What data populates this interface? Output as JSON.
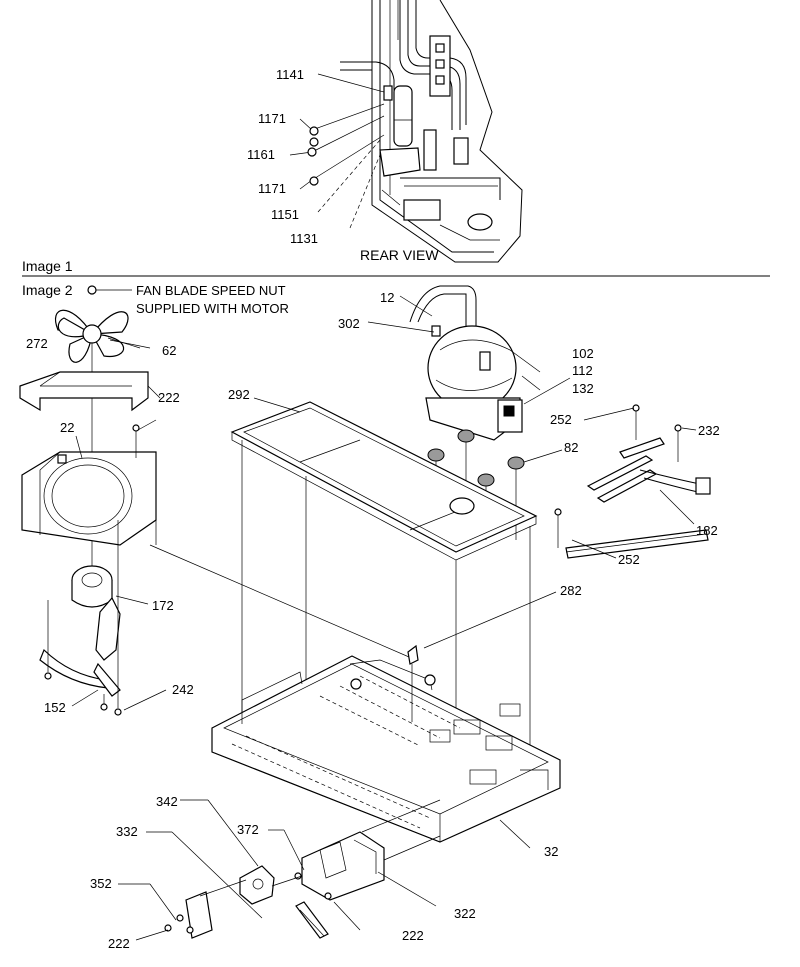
{
  "captions": {
    "rear_view": "REAR VIEW",
    "image1": "Image 1",
    "image2": "Image 2",
    "note_line1": "FAN BLADE SPEED NUT",
    "note_line2": "SUPPLIED WITH MOTOR"
  },
  "parts": {
    "p1141": "1141",
    "p1171a": "1171",
    "p1161": "1161",
    "p1171b": "1171",
    "p1151": "1151",
    "p1131": "1131",
    "p12": "12",
    "p302": "302",
    "p102": "102",
    "p112": "112",
    "p132": "132",
    "p272": "272",
    "p62": "62",
    "p222a": "222",
    "p22": "22",
    "p292": "292",
    "p252a": "252",
    "p232": "232",
    "p82": "82",
    "p182": "182",
    "p252b": "252",
    "p282": "282",
    "p172": "172",
    "p242": "242",
    "p152": "152",
    "p342": "342",
    "p372": "372",
    "p332": "332",
    "p32": "32",
    "p352": "352",
    "p322": "322",
    "p222b": "222",
    "p222c": "222"
  }
}
